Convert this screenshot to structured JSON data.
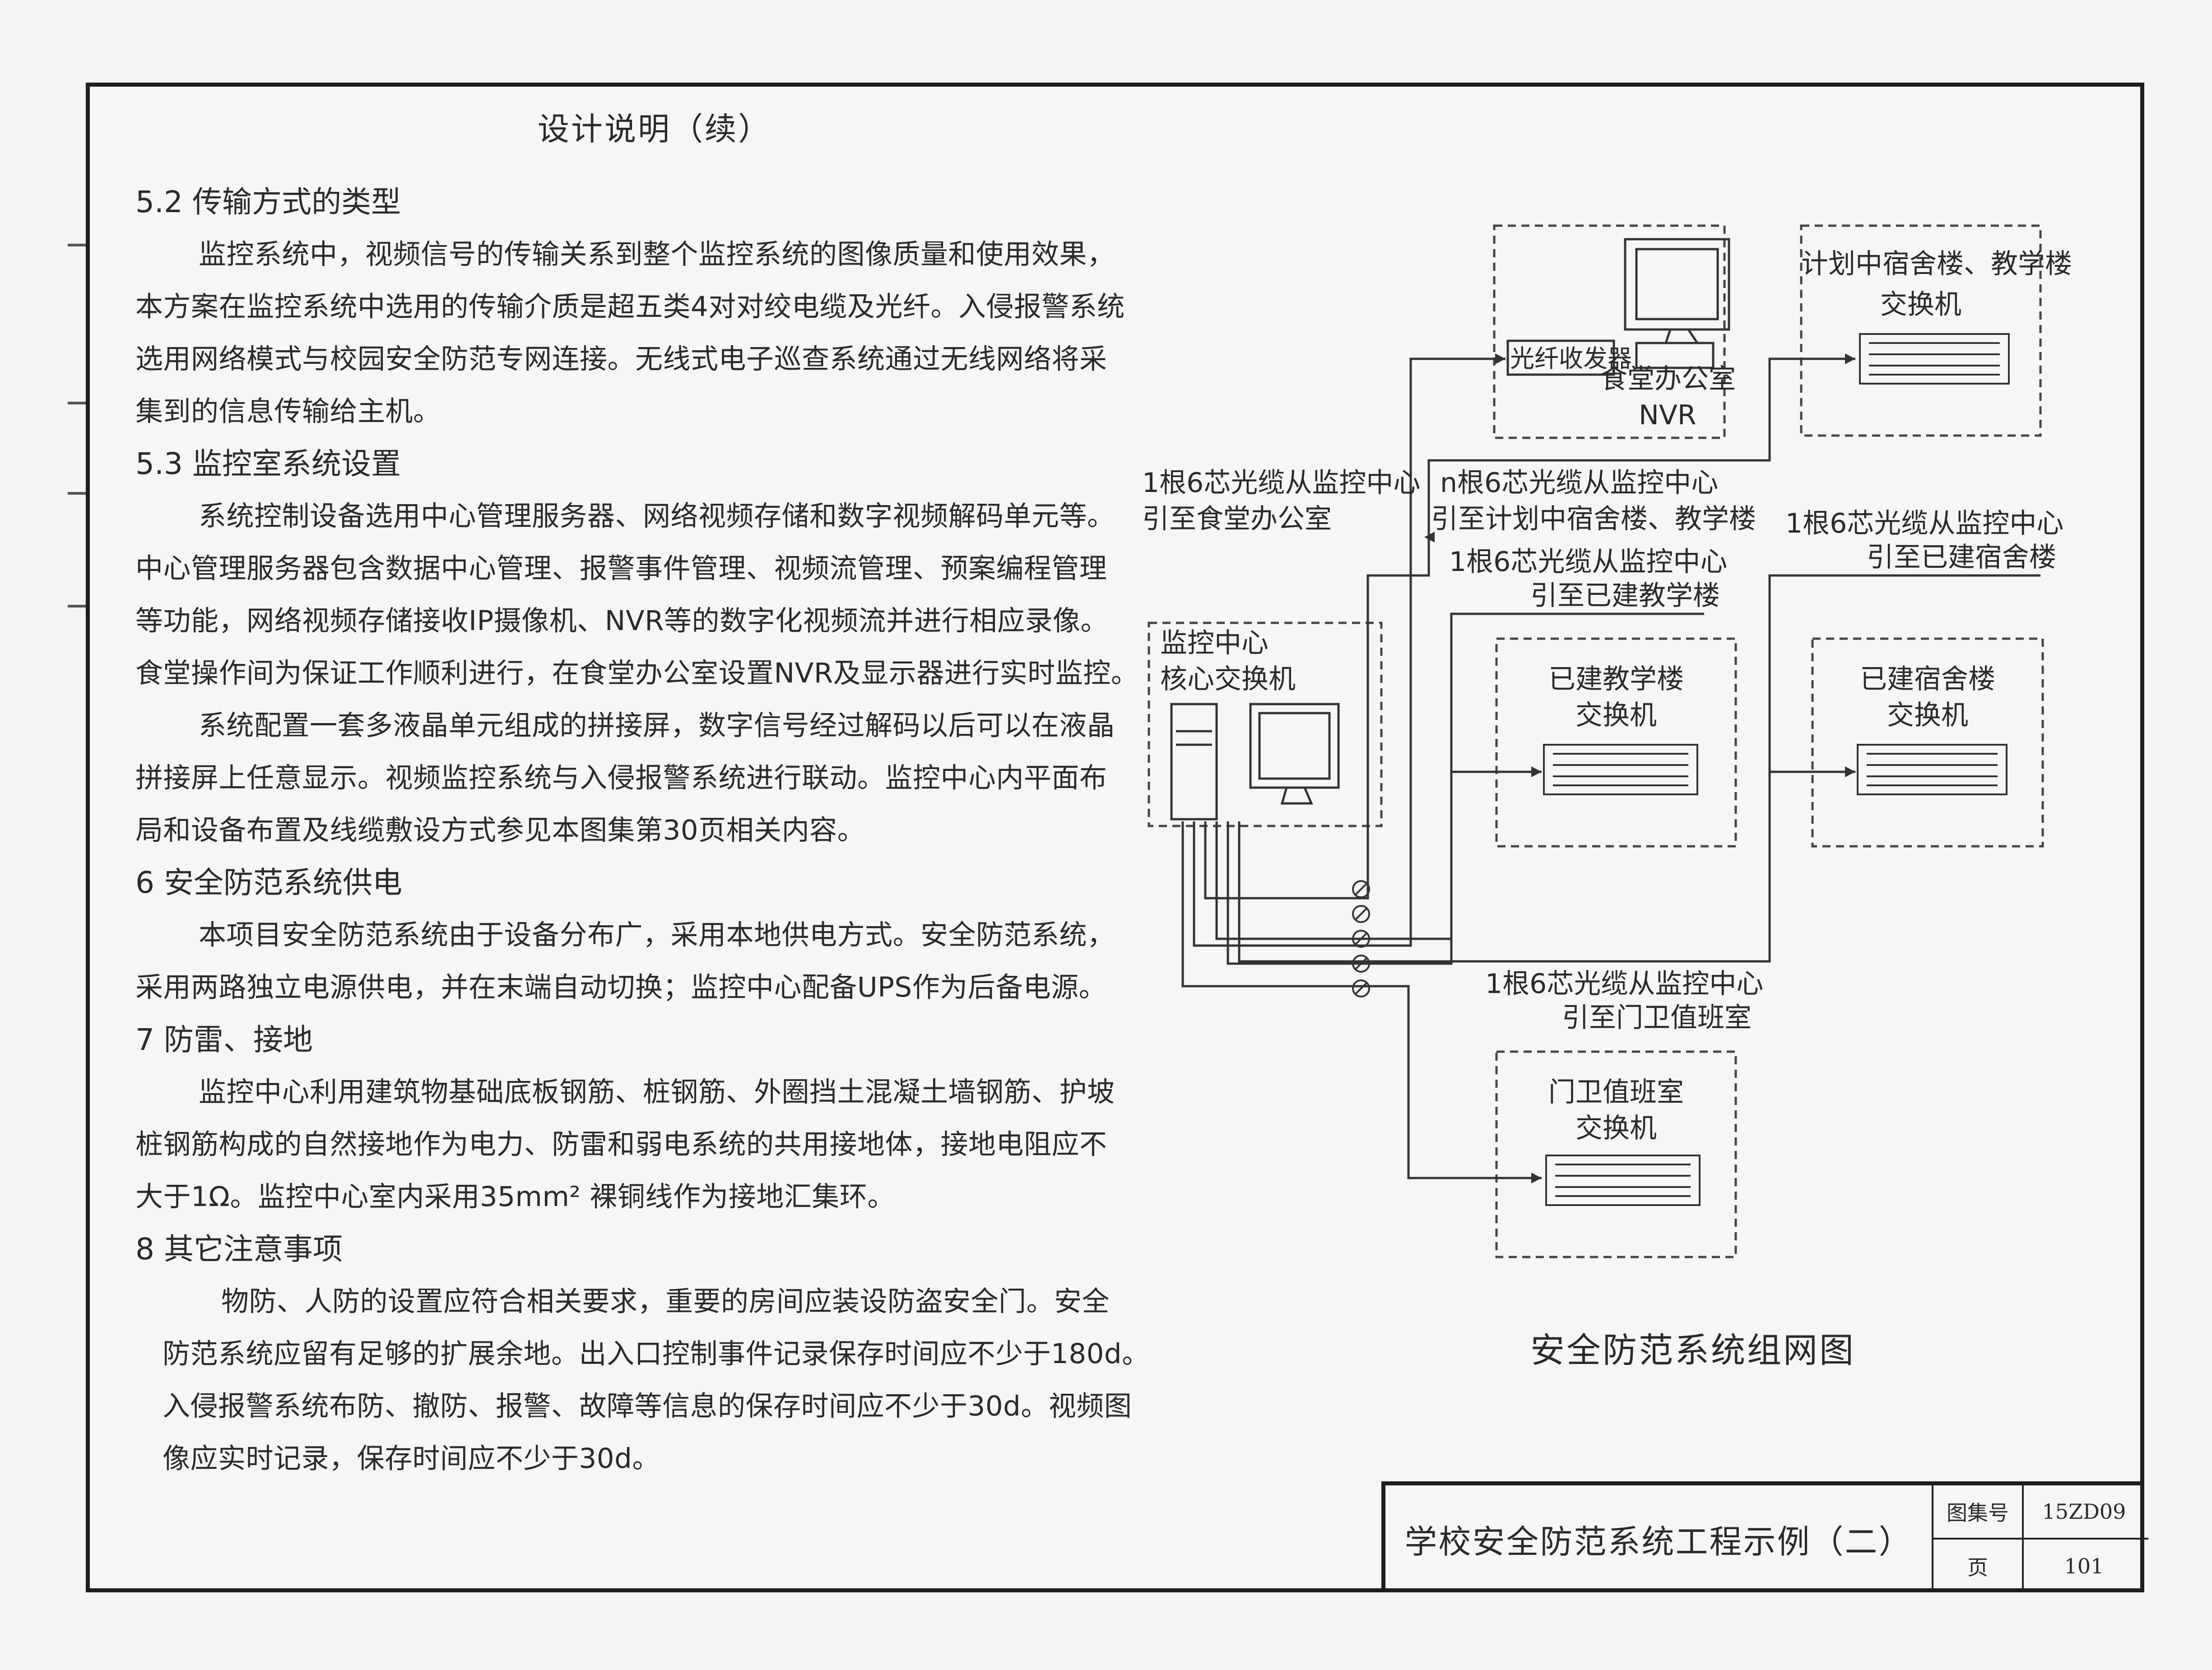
{
  "doc_title": "设计说明（续）",
  "sections": [
    {
      "heading": "5.2  传输方式的类型",
      "lines": [
        "监控系统中，视频信号的传输关系到整个监控系统的图像质量和使用效果，",
        "本方案在监控系统中选用的传输介质是超五类4对对绞电缆及光纤。入侵报警系统",
        "选用网络模式与校园安全防范专网连接。无线式电子巡查系统通过无线网络将采",
        "集到的信息传输给主机。"
      ]
    },
    {
      "heading": "5.3  监控室系统设置",
      "lines": [
        "系统控制设备选用中心管理服务器、网络视频存储和数字视频解码单元等。",
        "中心管理服务器包含数据中心管理、报警事件管理、视频流管理、预案编程管理",
        "等功能，网络视频存储接收IP摄像机、NVR等的数字化视频流并进行相应录像。",
        "食堂操作间为保证工作顺利进行，在食堂办公室设置NVR及显示器进行实时监控。",
        "系统配置一套多液晶单元组成的拼接屏，数字信号经过解码以后可以在液晶",
        "拼接屏上任意显示。视频监控系统与入侵报警系统进行联动。监控中心内平面布",
        "局和设备布置及线缆敷设方式参见本图集第30页相关内容。"
      ]
    },
    {
      "heading": "6  安全防范系统供电",
      "lines": [
        "本项目安全防范系统由于设备分布广，采用本地供电方式。安全防范系统，",
        "采用两路独立电源供电，并在末端自动切换；监控中心配备UPS作为后备电源。"
      ]
    },
    {
      "heading": "7  防雷、接地",
      "lines": [
        "监控中心利用建筑物基础底板钢筋、桩钢筋、外圈挡土混凝土墙钢筋、护坡",
        "桩钢筋构成的自然接地作为电力、防雷和弱电系统的共用接地体，接地电阻应不",
        "大于1Ω。监控中心室内采用35mm² 裸铜线作为接地汇集环。"
      ]
    },
    {
      "heading": "8  其它注意事项",
      "lines": [
        "物防、人防的设置应符合相关要求，重要的房间应装设防盗安全门。安全",
        "防范系统应留有足够的扩展余地。出入口控制事件记录保存时间应不少于180d。",
        "入侵报警系统布防、撤防、报警、故障等信息的保存时间应不少于30d。视频图",
        "像应实时记录，保存时间应不少于30d。"
      ]
    }
  ],
  "diagram": {
    "caption": "安全防范系统组网图",
    "nodes": {
      "canteen_label": "食堂办公室",
      "canteen_nvr": "NVR",
      "fiber_transceiver": "光纤收发器",
      "dorm_teach_plan_l1": "计划中宿舍楼、教学楼",
      "dorm_teach_plan_l2": "交换机",
      "center_l1": "监控中心",
      "center_l2": "核心交换机",
      "built_teach_l1": "已建教学楼",
      "built_teach_l2": "交换机",
      "built_dorm_l1": "已建宿舍楼",
      "built_dorm_l2": "交换机",
      "gate_l1": "门卫值班室",
      "gate_l2": "交换机"
    },
    "cable_labels": {
      "to_canteen_l1": "1根6芯光缆从监控中心",
      "to_canteen_l2": "引至食堂办公室",
      "to_plan_l1": "n根6芯光缆从监控中心",
      "to_plan_l2": "引至计划中宿舍楼、教学楼",
      "to_built_teach_l1": "1根6芯光缆从监控中心",
      "to_built_teach_l2": "引至已建教学楼",
      "to_built_dorm_l1": "1根6芯光缆从监控中心",
      "to_built_dorm_l2": "引至已建宿舍楼",
      "to_gate_l1": "1根6芯光缆从监控中心",
      "to_gate_l2": "引至门卫值班室"
    }
  },
  "title_block": {
    "drawing_name": "学校安全防范系统工程示例（二）",
    "atlas_label": "图集号",
    "atlas_no": "15ZD09",
    "page_label": "页",
    "page_no": "101"
  }
}
